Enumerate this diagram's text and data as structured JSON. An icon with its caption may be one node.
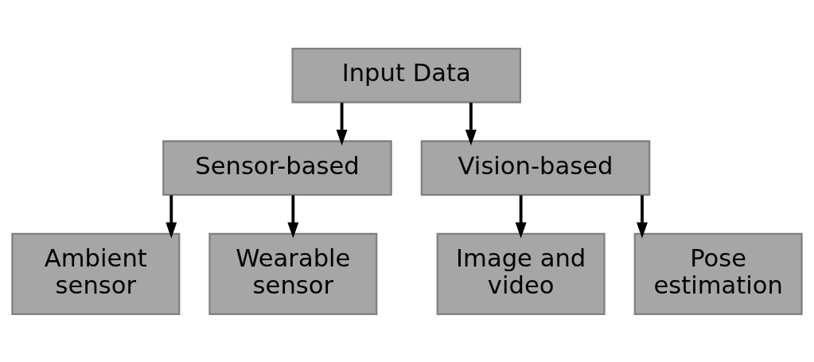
{
  "diagram": {
    "nodes": [
      {
        "text": [
          "Input Data"
        ]
      },
      {
        "text": [
          "Sensor-based"
        ]
      },
      {
        "text": [
          "Vision-based"
        ]
      },
      {
        "text": [
          "Ambient sensor"
        ]
      },
      {
        "text": [
          "Wearable sensor"
        ]
      },
      {
        "text": [
          "Image and video"
        ]
      },
      {
        "text": [
          "Pose estimation"
        ]
      }
    ],
    "edges": [
      {
        "from": 0,
        "to": 1,
        "arrow": "to"
      },
      {
        "from": 0,
        "to": 2,
        "arrow": "to"
      },
      {
        "from": 1,
        "to": 3,
        "arrow": "to"
      },
      {
        "from": 1,
        "to": 4,
        "arrow": "to"
      },
      {
        "from": 2,
        "to": 5,
        "arrow": "to"
      },
      {
        "from": 2,
        "to": 6,
        "arrow": "to"
      }
    ]
  }
}
